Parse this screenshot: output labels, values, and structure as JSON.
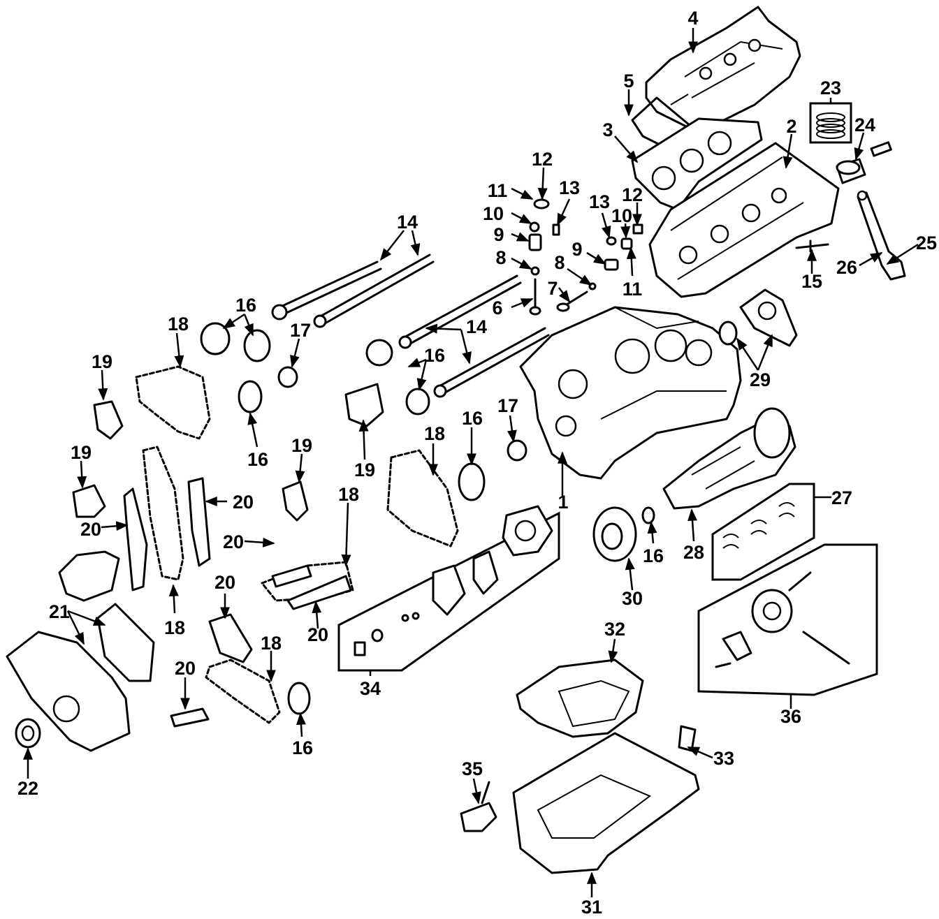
{
  "diagram": {
    "callouts": {
      "c1": "1",
      "c2": "2",
      "c3": "3",
      "c4": "4",
      "c5": "5",
      "c6": "6",
      "c7": "7",
      "c8": "8",
      "c8b": "8",
      "c9": "9",
      "c9b": "9",
      "c10": "10",
      "c10b": "10",
      "c11": "11",
      "c11b": "11",
      "c12": "12",
      "c12b": "12",
      "c13": "13",
      "c13b": "13",
      "c14": "14",
      "c14b": "14",
      "c15": "15",
      "c16a": "16",
      "c16b": "16",
      "c16c": "16",
      "c16d": "16",
      "c16e": "16",
      "c16f": "16",
      "c17a": "17",
      "c17b": "17",
      "c18a": "18",
      "c18b": "18",
      "c18c": "18",
      "c18d": "18",
      "c18e": "18",
      "c19a": "19",
      "c19b": "19",
      "c19c": "19",
      "c19d": "19",
      "c20a": "20",
      "c20b": "20",
      "c20c": "20",
      "c20d": "20",
      "c20e": "20",
      "c20f": "20",
      "c21": "21",
      "c22": "22",
      "c23": "23",
      "c24": "24",
      "c25": "25",
      "c26": "26",
      "c27": "27",
      "c28": "28",
      "c29": "29",
      "c30": "30",
      "c31": "31",
      "c32": "32",
      "c33": "33",
      "c34": "34",
      "c35": "35",
      "c36": "36"
    }
  }
}
